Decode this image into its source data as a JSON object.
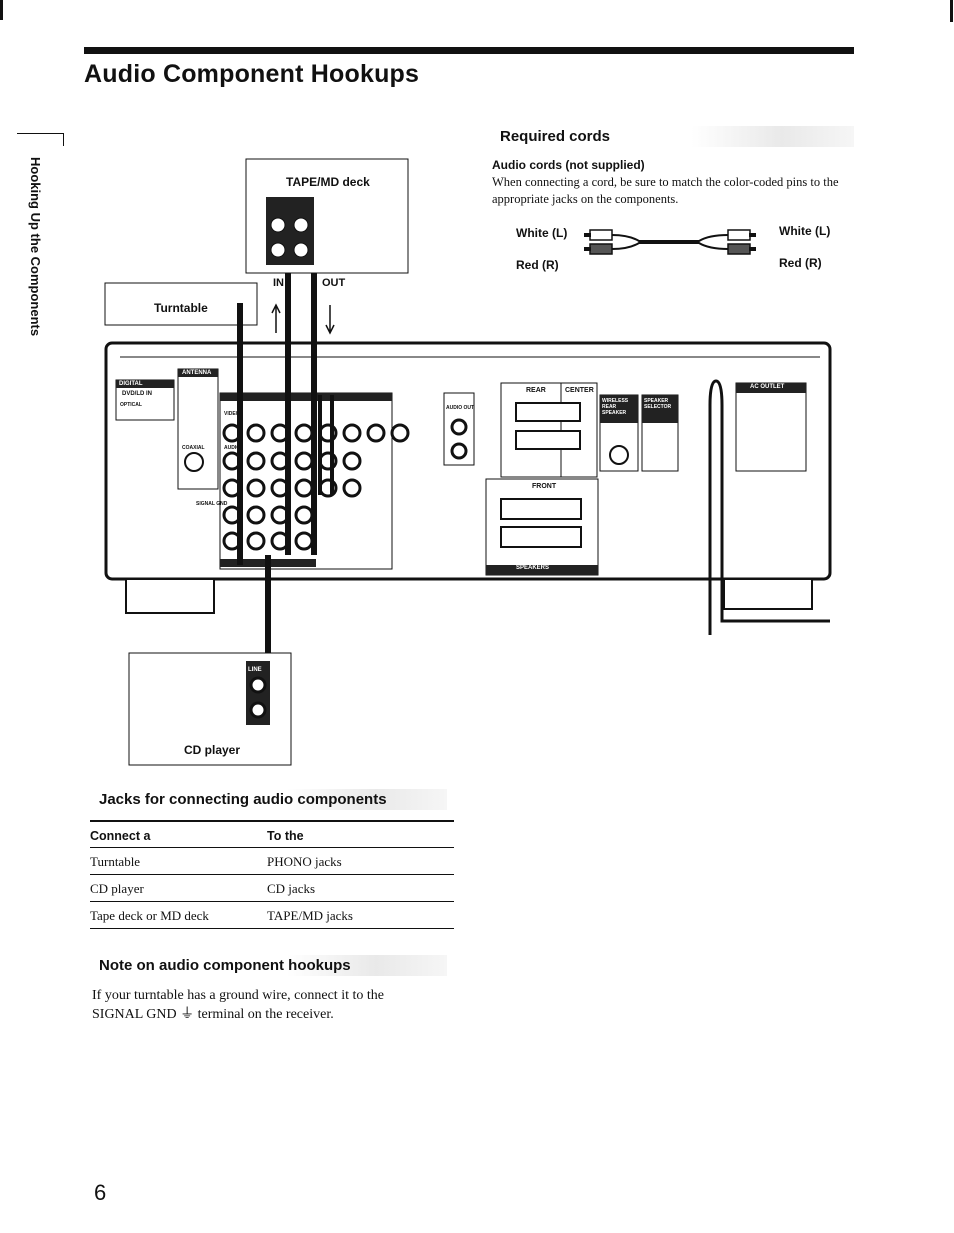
{
  "page": {
    "title": "Audio Component Hookups",
    "side_tab": "Hooking Up the Components",
    "page_number": "6"
  },
  "required_cords": {
    "heading": "Required cords",
    "cord_name": "Audio cords (not supplied)",
    "description": "When connecting a cord, be sure to match the color-coded pins to the appropriate jacks on the components.",
    "left_white": "White (L)",
    "left_red": "Red (R)",
    "right_white": "White (L)",
    "right_red": "Red (R)"
  },
  "diagram": {
    "tape_deck": "TAPE/MD deck",
    "turntable": "Turntable",
    "cd_player": "CD player",
    "in": "IN",
    "out": "OUT",
    "rear": "REAR",
    "center": "CENTER",
    "front": "FRONT",
    "ac_outlet": "AC OUTLET",
    "speakers": "SPEAKERS",
    "antenna": "ANTENNA",
    "digital": "DIGITAL",
    "dvd_ld_in": "DVD/LD IN",
    "optical": "OPTICAL",
    "coaxial": "COAXIAL",
    "signal_gnd": "SIGNAL GND",
    "line": "LINE",
    "wireless_rear_speaker": "WIRELESS REAR SPEAKER",
    "speaker_selector": "SPEAKER SELECTOR",
    "audio_out": "AUDIO OUT",
    "video": "VIDEO",
    "audio": "AUDIO"
  },
  "jacks_table": {
    "heading": "Jacks for connecting audio components",
    "col_connect": "Connect a",
    "col_to": "To the",
    "rows": [
      {
        "component": "Turntable",
        "jack": "PHONO jacks"
      },
      {
        "component": "CD player",
        "jack": "CD jacks"
      },
      {
        "component": "Tape deck or MD deck",
        "jack": "TAPE/MD jacks"
      }
    ]
  },
  "note": {
    "heading": "Note on audio component hookups",
    "text_line1": "If your turntable has a ground wire, connect it to the",
    "text_line2_pre": "SIGNAL GND",
    "ground_symbol": "⏚",
    "text_line2_post": "terminal on the receiver."
  }
}
